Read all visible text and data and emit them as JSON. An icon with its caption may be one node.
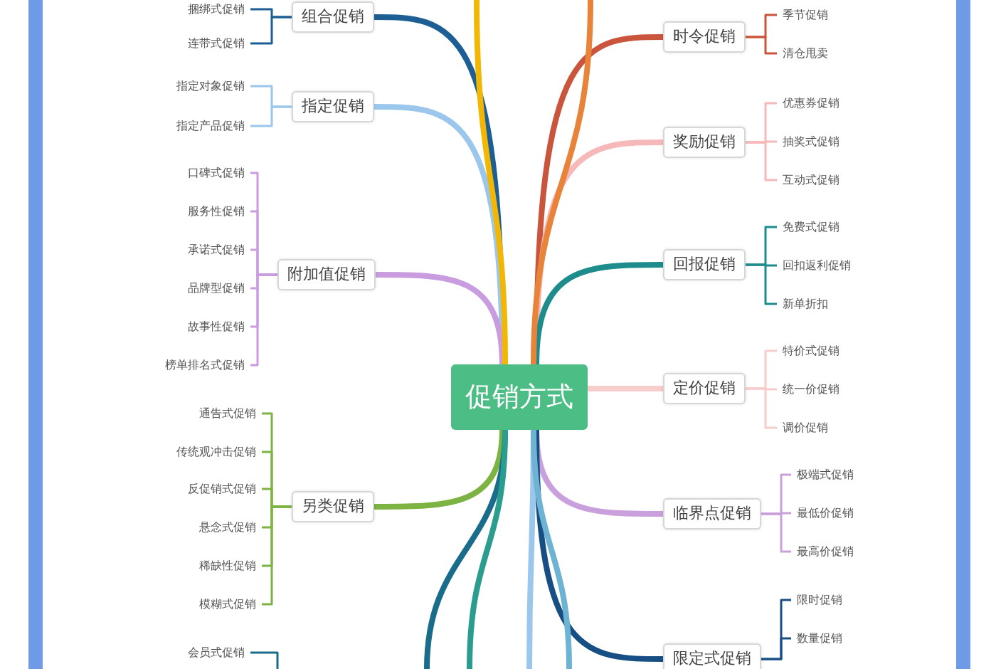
{
  "diagram": {
    "nodes": [
      {
        "text": [
          "促销方式"
        ]
      },
      {
        "text": [
          "组合促销"
        ]
      },
      {
        "text": [
          "捆绑式促销"
        ]
      },
      {
        "text": [
          "连带式促销"
        ]
      },
      {
        "text": [
          "指定促销"
        ]
      },
      {
        "text": [
          "指定对象促销"
        ]
      },
      {
        "text": [
          "指定产品促销"
        ]
      },
      {
        "text": [
          "附加值促销"
        ]
      },
      {
        "text": [
          "口碑式促销"
        ]
      },
      {
        "text": [
          "服务性促销"
        ]
      },
      {
        "text": [
          "承诺式促销"
        ]
      },
      {
        "text": [
          "品牌型促销"
        ]
      },
      {
        "text": [
          "故事性促销"
        ]
      },
      {
        "text": [
          "榜单排名式促销"
        ]
      },
      {
        "text": [
          "另类促销"
        ]
      },
      {
        "text": [
          "通告式促销"
        ]
      },
      {
        "text": [
          "传统观冲击促销"
        ]
      },
      {
        "text": [
          "反促销式促销"
        ]
      },
      {
        "text": [
          "悬念式促销"
        ]
      },
      {
        "text": [
          "稀缺性促销"
        ]
      },
      {
        "text": [
          "模糊式促销"
        ]
      },
      {
        "text": [
          "会员式促销"
        ]
      },
      {
        "text": [
          "时令促销"
        ]
      },
      {
        "text": [
          "季节促销"
        ]
      },
      {
        "text": [
          "清仓甩卖"
        ]
      },
      {
        "text": [
          "奖励促销"
        ]
      },
      {
        "text": [
          "优惠券促销"
        ]
      },
      {
        "text": [
          "抽奖式促销"
        ]
      },
      {
        "text": [
          "互动式促销"
        ]
      },
      {
        "text": [
          "回报促销"
        ]
      },
      {
        "text": [
          "免费式促销"
        ]
      },
      {
        "text": [
          "回扣返利促销"
        ]
      },
      {
        "text": [
          "新单折扣"
        ]
      },
      {
        "text": [
          "定价促销"
        ]
      },
      {
        "text": [
          "特价式促销"
        ]
      },
      {
        "text": [
          "统一价促销"
        ]
      },
      {
        "text": [
          "调价促销"
        ]
      },
      {
        "text": [
          "临界点促销"
        ]
      },
      {
        "text": [
          "极端式促销"
        ]
      },
      {
        "text": [
          "最低价促销"
        ]
      },
      {
        "text": [
          "最高价促销"
        ]
      },
      {
        "text": [
          "限定式促销"
        ]
      },
      {
        "text": [
          "限时促销"
        ]
      },
      {
        "text": [
          "数量促销"
        ]
      }
    ],
    "edges": [
      {
        "from": 0,
        "to": 1,
        "arrow": "none",
        "style": "thick",
        "color": "#1d5f95"
      },
      {
        "from": 1,
        "to": 2,
        "arrow": "none",
        "color": "#1d5f95"
      },
      {
        "from": 1,
        "to": 3,
        "arrow": "none",
        "color": "#1d5f95"
      },
      {
        "from": 0,
        "to": 4,
        "arrow": "none",
        "style": "thick",
        "color": "#9cc7ec"
      },
      {
        "from": 4,
        "to": 5,
        "arrow": "none",
        "color": "#9cc7ec"
      },
      {
        "from": 4,
        "to": 6,
        "arrow": "none",
        "color": "#9cc7ec"
      },
      {
        "from": 0,
        "to": 7,
        "arrow": "none",
        "style": "thick",
        "color": "#c99ce0"
      },
      {
        "from": 7,
        "to": 8,
        "arrow": "none",
        "color": "#c99ce0"
      },
      {
        "from": 7,
        "to": 9,
        "arrow": "none",
        "color": "#c99ce0"
      },
      {
        "from": 7,
        "to": 10,
        "arrow": "none",
        "color": "#c99ce0"
      },
      {
        "from": 7,
        "to": 11,
        "arrow": "none",
        "color": "#c99ce0"
      },
      {
        "from": 7,
        "to": 12,
        "arrow": "none",
        "color": "#c99ce0"
      },
      {
        "from": 7,
        "to": 13,
        "arrow": "none",
        "color": "#c99ce0"
      },
      {
        "from": 0,
        "to": 14,
        "arrow": "none",
        "style": "thick",
        "color": "#7cb342"
      },
      {
        "from": 14,
        "to": 15,
        "arrow": "none",
        "color": "#7cb342"
      },
      {
        "from": 14,
        "to": 16,
        "arrow": "none",
        "color": "#7cb342"
      },
      {
        "from": 14,
        "to": 17,
        "arrow": "none",
        "color": "#7cb342"
      },
      {
        "from": 14,
        "to": 18,
        "arrow": "none",
        "color": "#7cb342"
      },
      {
        "from": 14,
        "to": 19,
        "arrow": "none",
        "color": "#7cb342"
      },
      {
        "from": 14,
        "to": 20,
        "arrow": "none",
        "color": "#7cb342"
      },
      {
        "from": null,
        "to": 21,
        "arrow": "none",
        "color": "#1a6d8a"
      },
      {
        "from": 0,
        "to": 22,
        "arrow": "none",
        "style": "thick",
        "color": "#c9553d"
      },
      {
        "from": 22,
        "to": 23,
        "arrow": "none",
        "color": "#c9553d"
      },
      {
        "from": 22,
        "to": 24,
        "arrow": "none",
        "color": "#c9553d"
      },
      {
        "from": 0,
        "to": 25,
        "arrow": "none",
        "style": "thick",
        "color": "#f6b8b8"
      },
      {
        "from": 25,
        "to": 26,
        "arrow": "none",
        "color": "#f6b8b8"
      },
      {
        "from": 25,
        "to": 27,
        "arrow": "none",
        "color": "#f6b8b8"
      },
      {
        "from": 25,
        "to": 28,
        "arrow": "none",
        "color": "#f6b8b8"
      },
      {
        "from": 0,
        "to": 29,
        "arrow": "none",
        "style": "thick",
        "color": "#1e8c8c"
      },
      {
        "from": 29,
        "to": 30,
        "arrow": "none",
        "color": "#1e8c8c"
      },
      {
        "from": 29,
        "to": 31,
        "arrow": "none",
        "color": "#1e8c8c"
      },
      {
        "from": 29,
        "to": 32,
        "arrow": "none",
        "color": "#1e8c8c"
      },
      {
        "from": 0,
        "to": 33,
        "arrow": "none",
        "style": "thick",
        "color": "#f6cccc"
      },
      {
        "from": 33,
        "to": 34,
        "arrow": "none",
        "color": "#f6cccc"
      },
      {
        "from": 33,
        "to": 35,
        "arrow": "none",
        "color": "#f6cccc"
      },
      {
        "from": 33,
        "to": 36,
        "arrow": "none",
        "color": "#f6cccc"
      },
      {
        "from": 0,
        "to": 37,
        "arrow": "none",
        "style": "thick",
        "color": "#c9a0dc"
      },
      {
        "from": 37,
        "to": 38,
        "arrow": "none",
        "color": "#c9a0dc"
      },
      {
        "from": 37,
        "to": 39,
        "arrow": "none",
        "color": "#c9a0dc"
      },
      {
        "from": 37,
        "to": 40,
        "arrow": "none",
        "color": "#c9a0dc"
      },
      {
        "from": 0,
        "to": 41,
        "arrow": "none",
        "style": "thick",
        "color": "#174f85"
      },
      {
        "from": 41,
        "to": 42,
        "arrow": "none",
        "color": "#174f85"
      },
      {
        "from": 41,
        "to": 43,
        "arrow": "none",
        "color": "#174f85"
      },
      {
        "from": 0,
        "to": null,
        "arrow": "none",
        "style": "thick",
        "color": "#f2b705"
      },
      {
        "from": 0,
        "to": null,
        "arrow": "none",
        "style": "thick",
        "color": "#e8833a"
      },
      {
        "from": 0,
        "to": null,
        "arrow": "none",
        "style": "thick",
        "color": "#1a6d8a"
      },
      {
        "from": 0,
        "to": null,
        "arrow": "none",
        "style": "thick",
        "color": "#2a9d8f"
      },
      {
        "from": 0,
        "to": null,
        "arrow": "none",
        "style": "thick",
        "color": "#9cc7ec"
      },
      {
        "from": 0,
        "to": null,
        "arrow": "none",
        "style": "thick",
        "color": "#6fb3d2"
      }
    ]
  }
}
